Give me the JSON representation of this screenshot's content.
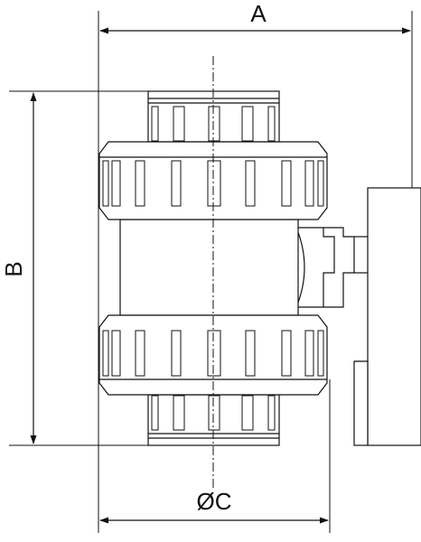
{
  "drawing": {
    "labels": {
      "a": "A",
      "b": "B",
      "c": "ØC"
    },
    "colors": {
      "line": "#111111",
      "body_fill": "#ffffff",
      "background": "#ffffff"
    }
  }
}
